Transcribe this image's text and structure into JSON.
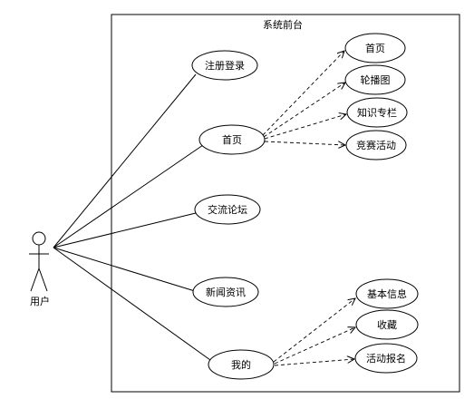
{
  "system": {
    "title": "系统前台"
  },
  "actor": {
    "label": "用户"
  },
  "usecases": {
    "register_login": "注册登录",
    "home": "首页",
    "forum": "交流论坛",
    "news": "新闻资讯",
    "mine": "我的",
    "home_page": "首页",
    "carousel": "轮播图",
    "knowledge_column": "知识专栏",
    "competition": "竞赛活动",
    "basic_info": "基本信息",
    "favorites": "收藏",
    "activity_signup": "活动报名"
  }
}
